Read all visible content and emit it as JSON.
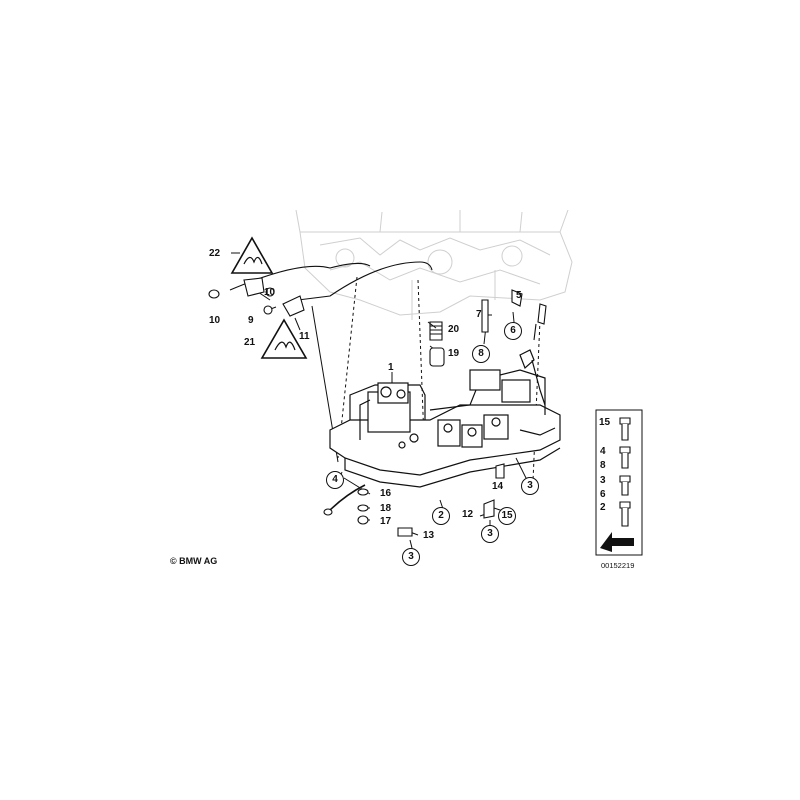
{
  "diagram": {
    "copyright": "© BMW AG",
    "document_id": "00152219",
    "part_labels": {
      "p22": "22",
      "p10a": "10",
      "p9": "9",
      "p10b": "10",
      "p11": "11",
      "p21": "21",
      "p7": "7",
      "p5": "5",
      "p20": "20",
      "p19": "19",
      "p1": "1",
      "p16": "16",
      "p18": "18",
      "p17": "17",
      "p13": "13",
      "p14": "14",
      "p12": "12"
    },
    "circled_labels": {
      "c8": "8",
      "c6": "6",
      "c4": "4",
      "c2": "2",
      "c3a": "3",
      "c3b": "3",
      "c15": "15",
      "c3c": "3"
    },
    "fastener_legend": [
      "15",
      "4",
      "8",
      "3",
      "6",
      "2"
    ],
    "colors": {
      "line": "#111111",
      "ghost": "#cfcfcf",
      "background": "#ffffff"
    }
  }
}
